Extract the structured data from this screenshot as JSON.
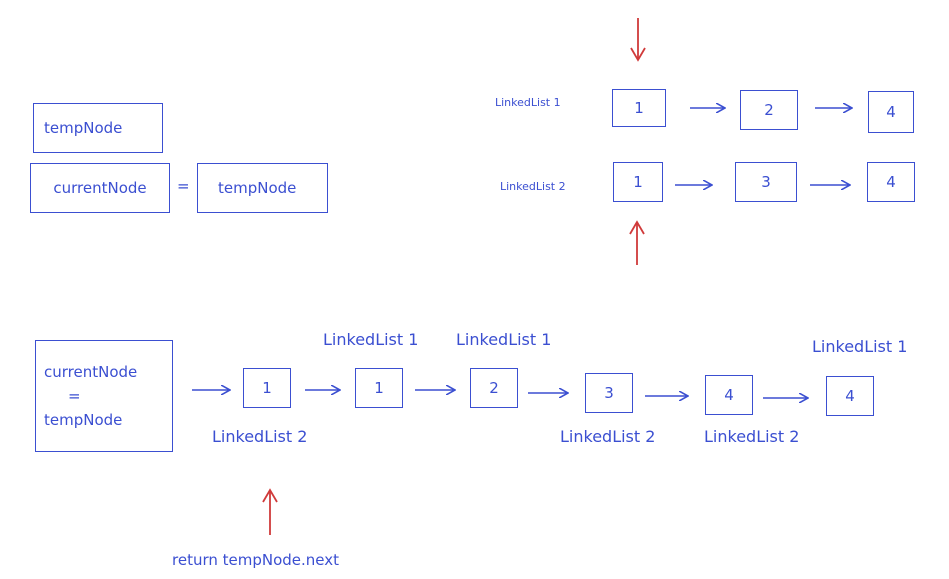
{
  "colors": {
    "ink": "#3b4fd1",
    "pointer": "#d03a3a"
  },
  "top_left": {
    "temp_node_box": "tempNode",
    "current_node_box": "currentNode",
    "equals": "=",
    "assigned_box": "tempNode"
  },
  "top_right": {
    "list1_label": "LinkedList 1",
    "list1_nodes": [
      "1",
      "2",
      "4"
    ],
    "list2_label": "LinkedList 2",
    "list2_nodes": [
      "1",
      "3",
      "4"
    ]
  },
  "merged": {
    "head_box": {
      "line1": "currentNode",
      "line2": "=",
      "line3": "tempNode"
    },
    "nodes": [
      "1",
      "1",
      "2",
      "3",
      "4",
      "4"
    ],
    "labels_above": [
      "LinkedList 1",
      "LinkedList 1",
      "LinkedList 1"
    ],
    "labels_below": [
      "LinkedList 2",
      "LinkedList 2",
      "LinkedList 2"
    ],
    "return_text": "return tempNode.next"
  }
}
